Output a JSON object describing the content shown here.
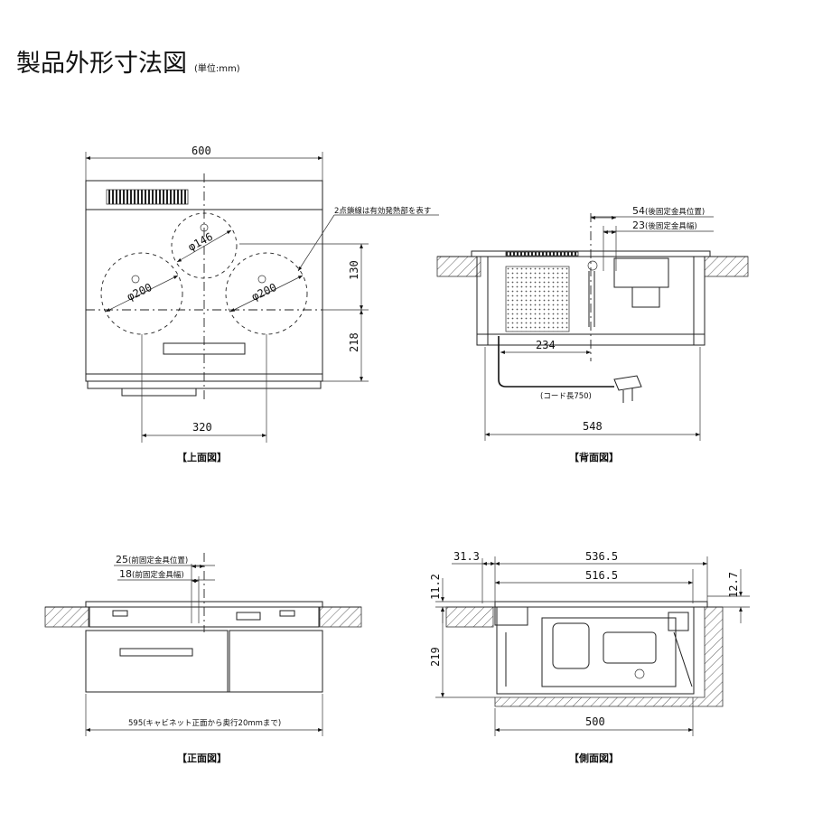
{
  "title": {
    "main": "製品外形寸法図",
    "unit": "(単位:mm)"
  },
  "views": {
    "top": {
      "caption": "【上面図】",
      "dims": {
        "width": "600",
        "hole_pitch": "320",
        "d130": "130",
        "d218": "218"
      },
      "burners": {
        "center": "φ146",
        "left": "φ200",
        "right": "φ200"
      },
      "note": "2点鎖線は有効発熱部を表す"
    },
    "back": {
      "caption": "【背面図】",
      "dims": {
        "d54": "54",
        "d54_note": "(後固定金具位置)",
        "d23": "23",
        "d23_note": "(後固定金具幅)",
        "d234": "234",
        "d548": "548"
      },
      "cord": "(コード長750)"
    },
    "front": {
      "caption": "【正面図】",
      "dims": {
        "d25": "25",
        "d25_note": "(前固定金具位置)",
        "d18": "18",
        "d18_note": "(前固定金具幅)",
        "d595": "595(キャビネット正面から奥行20mmまで)"
      }
    },
    "side": {
      "caption": "【側面図】",
      "dims": {
        "d31_3": "31.3",
        "d536_5": "536.5",
        "d516_5": "516.5",
        "d11_2": "11.2",
        "d12_7": "12.7",
        "d219": "219",
        "d500": "500"
      }
    }
  }
}
